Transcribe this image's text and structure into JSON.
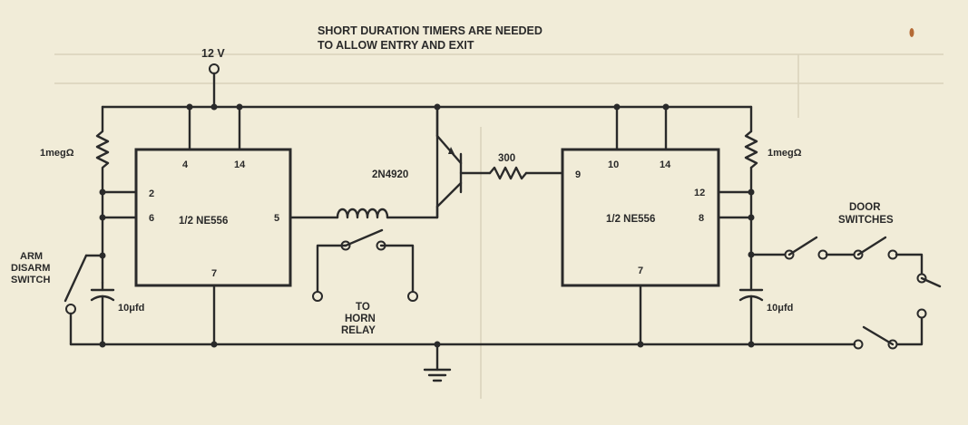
{
  "note": {
    "line1": "SHORT DURATION TIMERS ARE NEEDED",
    "line2": "TO ALLOW ENTRY AND EXIT"
  },
  "supply": {
    "label": "12 V"
  },
  "left_timer": {
    "name": "1/2 NE556",
    "pin_4": "4",
    "pin_14": "14",
    "pin_2": "2",
    "pin_6": "6",
    "pin_5": "5",
    "pin_7": "7"
  },
  "right_timer": {
    "name": "1/2 NE556",
    "pin_9": "9",
    "pin_10": "10",
    "pin_14": "14",
    "pin_12": "12",
    "pin_8": "8",
    "pin_7": "7"
  },
  "components": {
    "left_resistor": "1megΩ",
    "right_resistor": "1megΩ",
    "left_capacitor": "10μfd",
    "right_capacitor": "10μfd",
    "transistor": "2N4920",
    "series_resistor": "300"
  },
  "switches": {
    "arm_line1": "ARM",
    "arm_line2": "DISARM",
    "arm_line3": "SWITCH",
    "door_line1": "DOOR",
    "door_line2": "SWITCHES"
  },
  "relay": {
    "line1": "TO",
    "line2": "HORN",
    "line3": "RELAY"
  }
}
